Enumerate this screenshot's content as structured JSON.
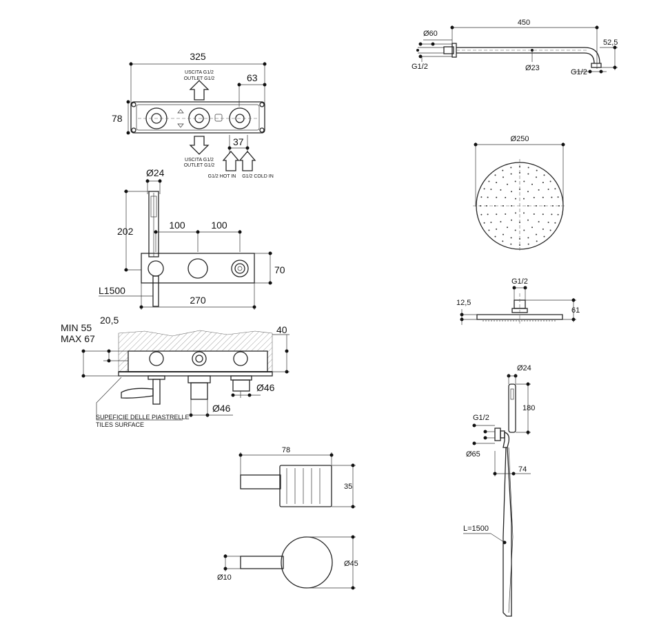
{
  "mixer_plate_top": {
    "width": "325",
    "height": "78",
    "offset": "63",
    "spacing": "37",
    "outlet_top_it": "USCITA G1/2",
    "outlet_top_en": "OUTLET G1/2",
    "outlet_bottom_it": "USCITA G1/2",
    "outlet_bottom_en": "OUTLET G1/2",
    "hot_in": "G1/2 HOT IN",
    "cold_in": "G1/2 COLD IN"
  },
  "mixer_front": {
    "diameter": "Ø24",
    "height": "202",
    "spacing_left": "100",
    "spacing_right": "100",
    "plate_height": "70",
    "plate_width": "270",
    "hose": "L1500"
  },
  "mixer_section": {
    "min": "MIN 55",
    "max": "MAX 67",
    "offset": "20,5",
    "depth": "40",
    "dia_right": "Ø46",
    "dia_bottom": "Ø46",
    "tiles_it": "SUPEFICIE DELLE PIASTRELLE",
    "tiles_en": "TILES SURFACE"
  },
  "shower_arm": {
    "length": "450",
    "flange": "Ø60",
    "connection": "G1/2",
    "tube": "Ø23",
    "drop": "52,5",
    "outlet": "G1/2"
  },
  "shower_head_top": {
    "diameter": "Ø250"
  },
  "shower_head_side": {
    "connection": "G1/2",
    "thickness": "12,5",
    "height": "61"
  },
  "hand_shower": {
    "diameter": "Ø24",
    "length": "180",
    "connection": "G1/2",
    "holder": "Ø65",
    "offset": "74",
    "hose": "L=1500"
  },
  "handle_side": {
    "length": "78",
    "height": "35"
  },
  "handle_front": {
    "lever": "Ø10",
    "knob": "Ø45"
  }
}
